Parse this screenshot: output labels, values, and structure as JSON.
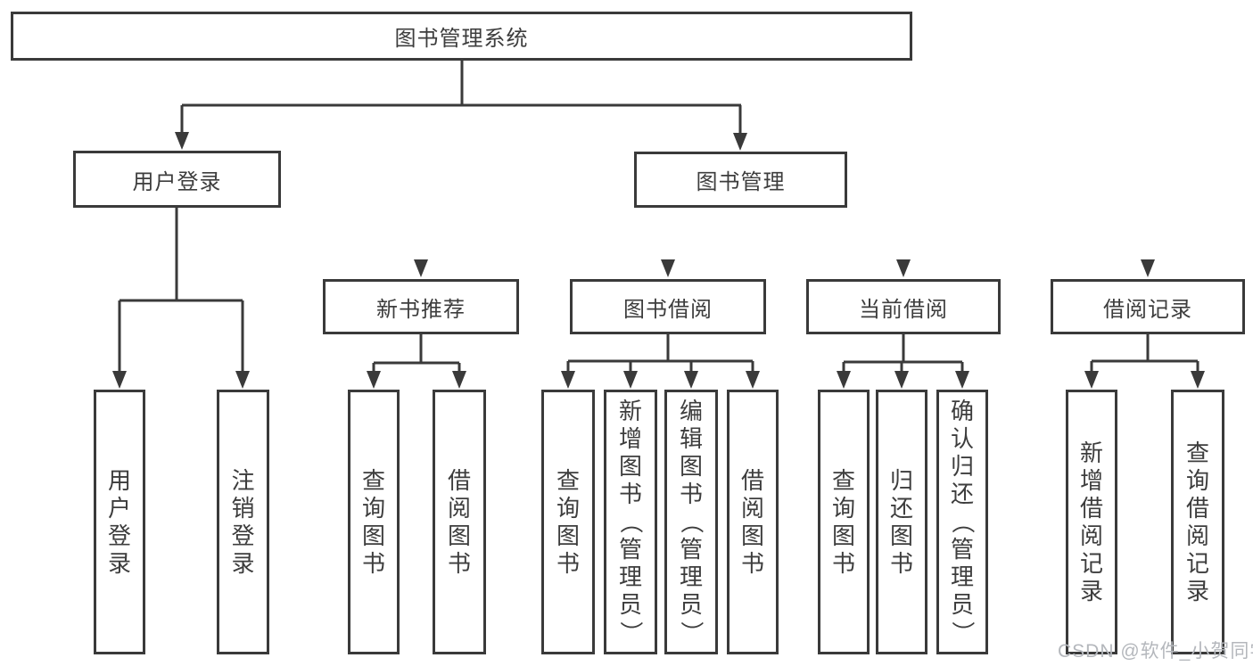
{
  "diagram": {
    "watermark": "CSDN @软件_小贺同学",
    "colors": {
      "line": "#3a3a3a",
      "text": "#3d3d3d",
      "watermark": "#b4b7bc",
      "background": "#ffffff"
    },
    "tree": {
      "label": "图书管理系统",
      "children": [
        {
          "label": "用户登录",
          "children": [
            {
              "label": "用户登录"
            },
            {
              "label": "注销登录"
            }
          ]
        },
        {
          "label": "图书管理",
          "children": [
            {
              "label": "新书推荐",
              "children": [
                {
                  "label": "查询图书"
                },
                {
                  "label": "借阅图书"
                }
              ]
            },
            {
              "label": "图书借阅",
              "children": [
                {
                  "label": "查询图书"
                },
                {
                  "label": "新增图书（管理员）"
                },
                {
                  "label": "编辑图书（管理员）"
                },
                {
                  "label": "借阅图书"
                }
              ]
            },
            {
              "label": "当前借阅",
              "children": [
                {
                  "label": "查询图书"
                },
                {
                  "label": "归还图书"
                },
                {
                  "label": "确认归还（管理员）"
                }
              ]
            },
            {
              "label": "借阅记录",
              "children": [
                {
                  "label": "新增借阅记录"
                },
                {
                  "label": "查询借阅记录"
                }
              ]
            }
          ]
        }
      ]
    }
  }
}
